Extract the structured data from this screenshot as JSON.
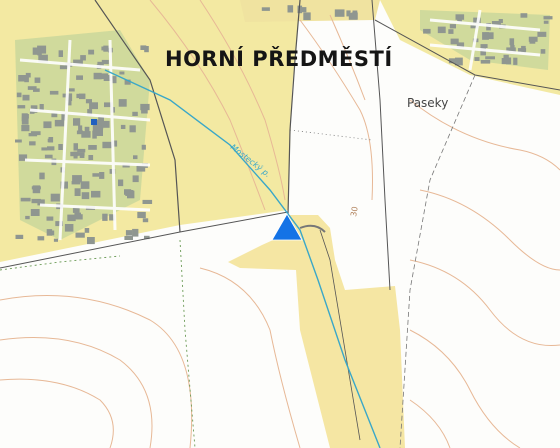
{
  "map": {
    "district_label": "HORNÍ PŘEDMĚSTÍ",
    "locality_label": "Paseky",
    "stream_label": "Mostecký p.",
    "elevation_labels": [
      "30"
    ],
    "marker_icon": "blue-triangle-marker-icon",
    "colors": {
      "built_up_area": "#f3e9a2",
      "field": "#f5e6a3",
      "buildings": "#8f9690",
      "gardens": "#c9d79b",
      "contours": "#e7b896",
      "stream": "#3aa7c8",
      "roads": "#555555",
      "marker": "#1473e6",
      "building_accent": "#2060c0"
    }
  }
}
